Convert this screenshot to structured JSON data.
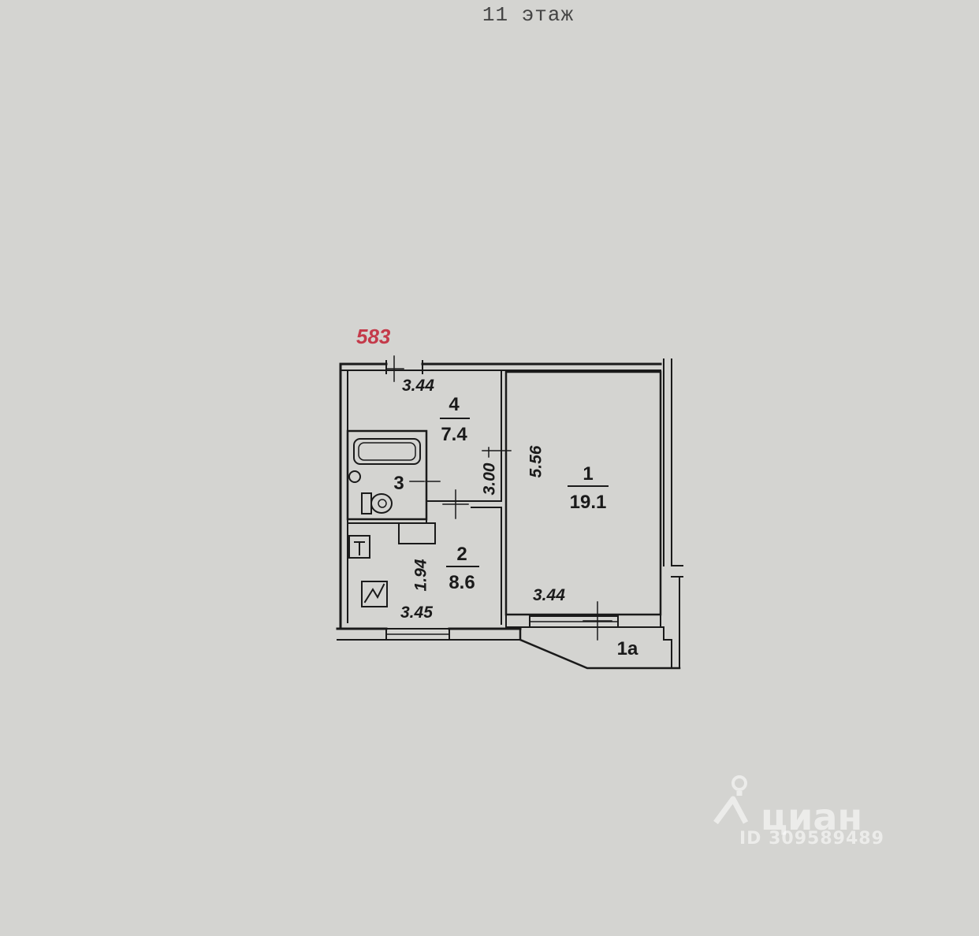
{
  "header": {
    "floor_label": "11 этаж"
  },
  "plan": {
    "apartment_number": "583",
    "rooms": [
      {
        "number": "1",
        "area": "19.1"
      },
      {
        "number": "1а",
        "area": ""
      },
      {
        "number": "2",
        "area": "8.6"
      },
      {
        "number": "3",
        "area": ""
      },
      {
        "number": "4",
        "area": "7.4"
      }
    ],
    "dimensions": {
      "hall_width": "3.44",
      "hall_length": "3.00",
      "room1_length": "5.56",
      "room1_width": "3.44",
      "kitchen_depth": "1.94",
      "kitchen_width": "3.45"
    },
    "colors": {
      "ink": "#1a1a1a",
      "apartment_number": "#c43a4a",
      "paper": "#d4d4d1"
    }
  },
  "watermark": {
    "brand": "циан",
    "listing_id": "ID 309589489",
    "icon": "location-person-icon"
  }
}
